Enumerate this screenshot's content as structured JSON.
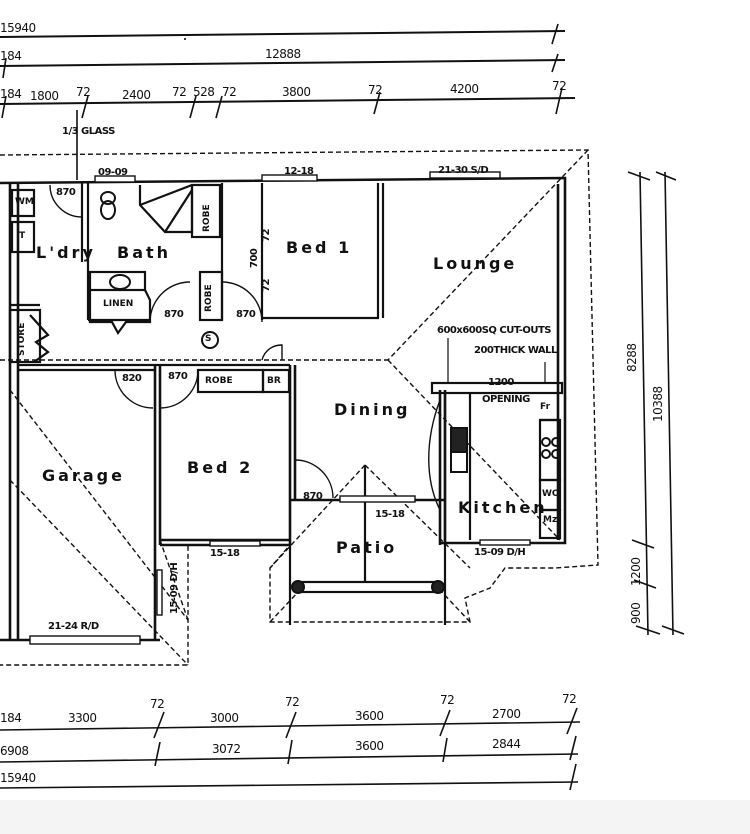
{
  "drawing": {
    "type": "floor plan",
    "units": "mm"
  },
  "rooms": [
    {
      "id": "laundry",
      "label": "L'dry"
    },
    {
      "id": "bath",
      "label": "Bath"
    },
    {
      "id": "bed1",
      "label": "Bed 1"
    },
    {
      "id": "lounge",
      "label": "Lounge"
    },
    {
      "id": "dining",
      "label": "Dining"
    },
    {
      "id": "kitchen",
      "label": "Kitchen"
    },
    {
      "id": "garage",
      "label": "Garage"
    },
    {
      "id": "bed2",
      "label": "Bed 2"
    },
    {
      "id": "patio",
      "label": "Patio"
    }
  ],
  "fixtures": {
    "robe_bath_top": "ROBE",
    "robe_bath_bottom": "ROBE",
    "linen": "LINEN",
    "store": "STORE",
    "robe_bed2": "ROBE",
    "br": "BR",
    "wm": "WM",
    "tub": "T",
    "fridge": "Fr",
    "wall_oven": "WO",
    "microwave": "Mz",
    "smoke_detector": "S"
  },
  "openings": {
    "glass_note": "1/3 GLASS",
    "bath_window": "09-09",
    "bed1_window": "12-18",
    "lounge_door": "21-30 S/D",
    "laundry_door": "870",
    "bath_door": "870",
    "bed1_door": "870",
    "bed1_wall": "700",
    "bed1_wall_a": "72",
    "bed1_wall_b": "72",
    "garage_door_internal": "820",
    "bed2_door": "870",
    "dining_door": "870",
    "patio_window": "15-18",
    "bed2_window": "15-18",
    "garage_side_door": "15-09 D/H",
    "garage_roller_door": "21-24 R/D",
    "kitchen_window": "15-09 D/H",
    "cutouts_note": "600x600SQ CUT-OUTS",
    "wall_note": "200THICK WALL",
    "opening_width": "1200",
    "opening_label": "OPENING"
  },
  "dimensions": {
    "top": {
      "overall": "15940",
      "main": "12888",
      "left_stub": "184",
      "segments": [
        "184",
        "1800",
        "72",
        "2400",
        "72",
        "528",
        "72",
        "3800",
        "72",
        "4200",
        "72"
      ]
    },
    "right": {
      "overall": "10388",
      "main": "8288",
      "segments": [
        "1200",
        "900"
      ]
    },
    "bottom": {
      "overall": "15940",
      "row1": [
        "184",
        "3300",
        "72",
        "3000",
        "72",
        "3600",
        "72",
        "2700",
        "72"
      ],
      "row2": [
        "6908",
        "3072",
        "3600",
        "2844"
      ]
    }
  }
}
